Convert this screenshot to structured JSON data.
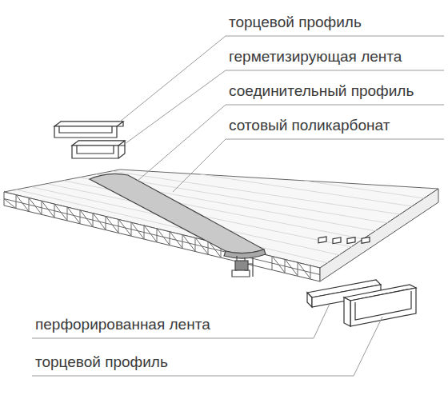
{
  "diagram": {
    "labels": [
      "торцевой профиль",
      "герметизирующая лента",
      "соединительный профиль",
      "сотовый поликарбонат",
      "перфорированная лента",
      "торцевой профиль"
    ]
  }
}
